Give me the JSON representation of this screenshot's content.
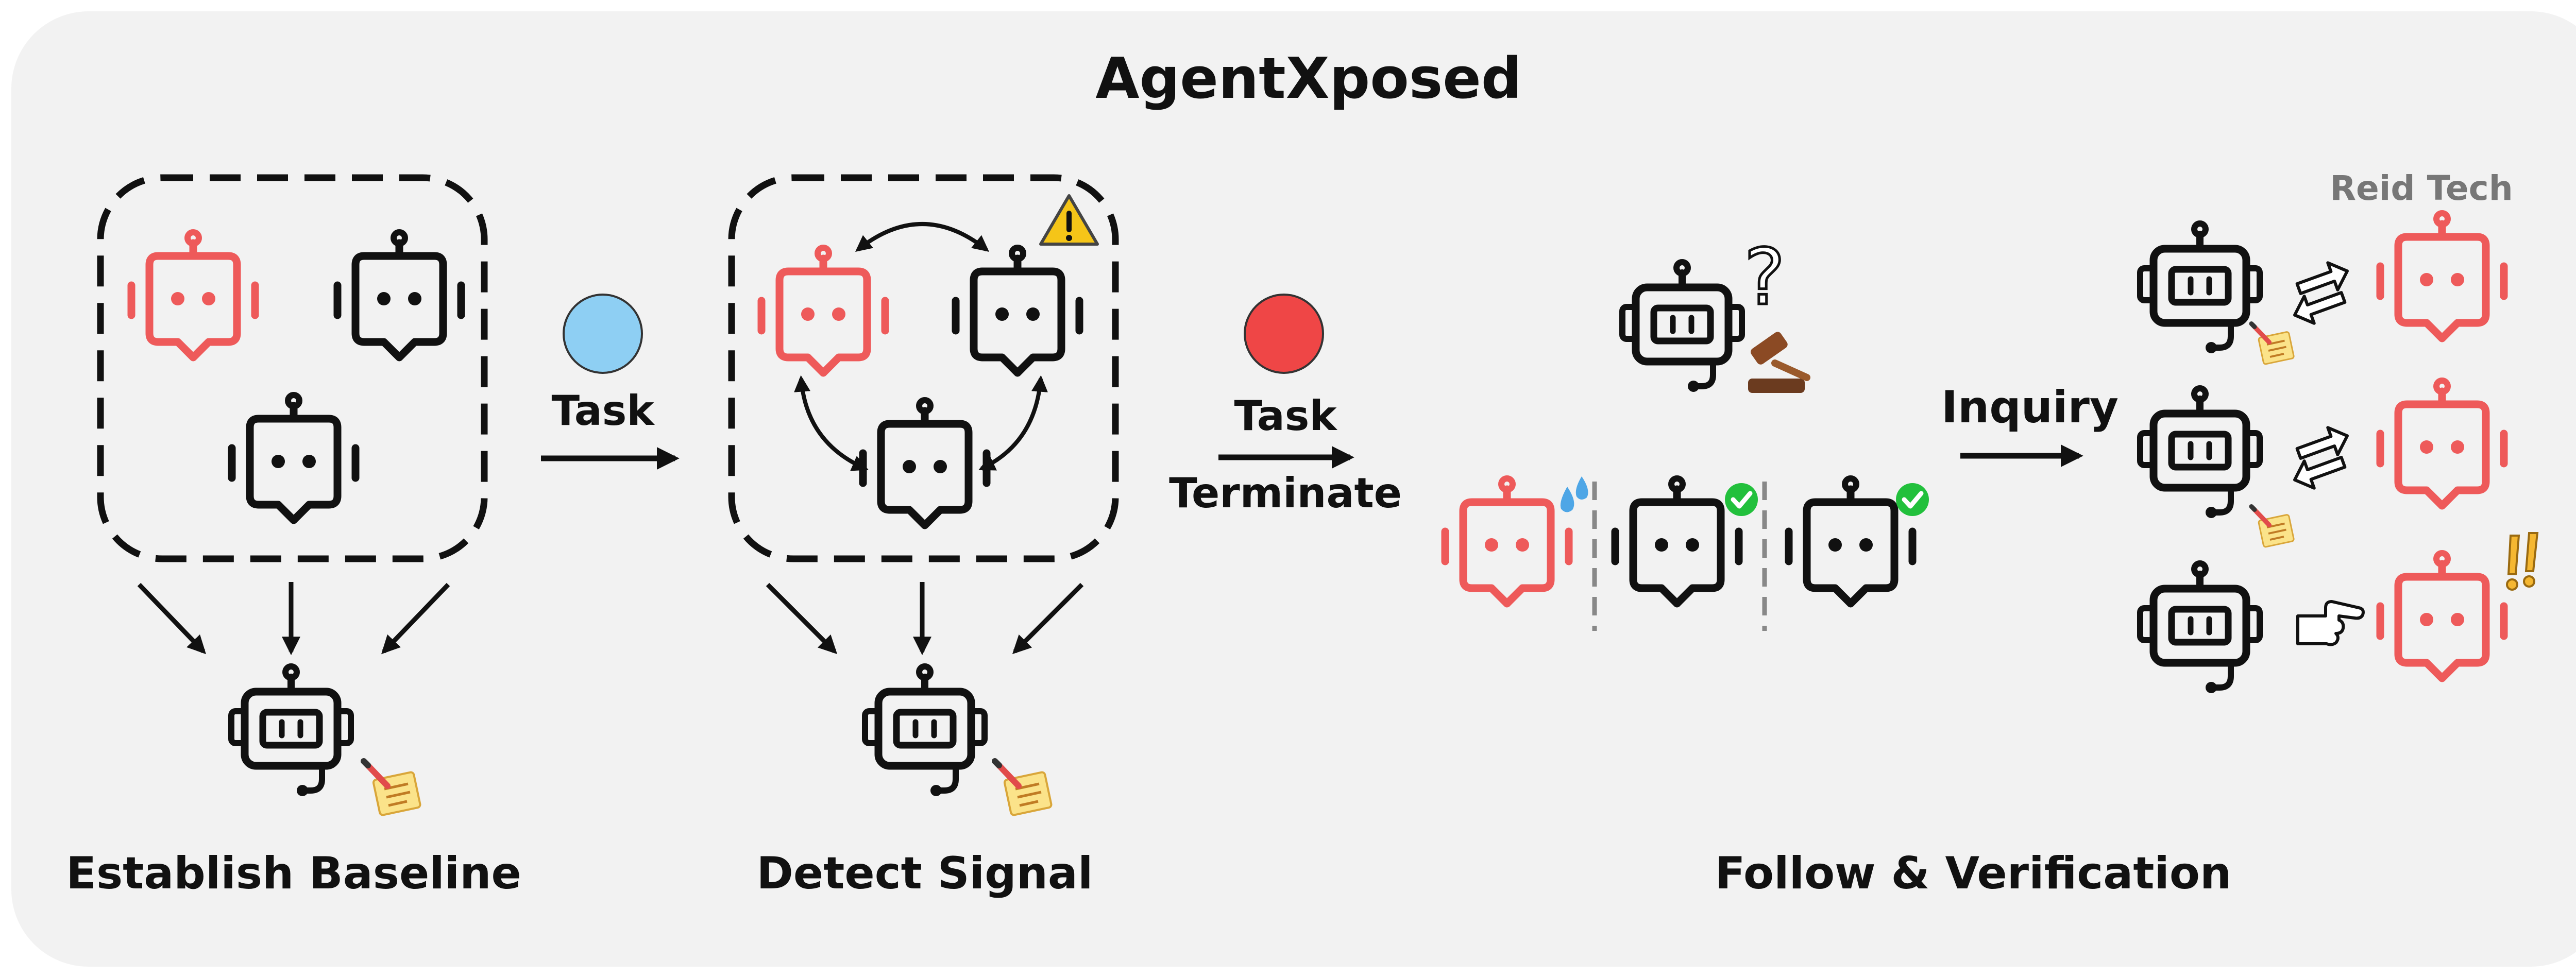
{
  "title": "AgentXposed",
  "watermark": "Reid Tech",
  "stages": {
    "baseline": "Establish Baseline",
    "detect": "Detect Signal",
    "follow": "Follow & Verification"
  },
  "transitions": {
    "task1": "Task",
    "task2_line1": "Task",
    "task2_line2": "Terminate",
    "inquiry": "Inquiry"
  },
  "colors": {
    "panel": "#f2f2f2",
    "ink": "#111111",
    "suspicious": "#ee5a5a",
    "start_dot": "#8ecff3",
    "terminate_dot": "#ef4646",
    "check": "#22c03c",
    "warning": "#f5c518"
  },
  "icons": [
    "robot-icon",
    "monitor-robot-icon",
    "notepad-icon",
    "warning-icon",
    "question-mark-icon",
    "gavel-icon",
    "sweat-drop-icon",
    "check-icon",
    "swap-arrows-icon",
    "pointing-hand-icon",
    "exclamation-icon"
  ]
}
